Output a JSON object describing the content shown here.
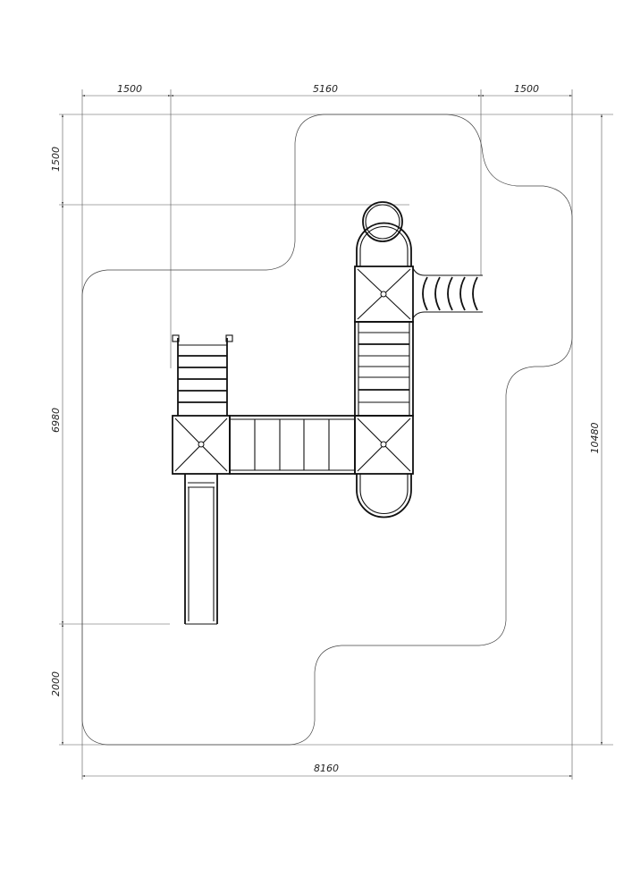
{
  "drawing": {
    "dimensions_top": [
      "1500",
      "5160",
      "1500"
    ],
    "dimensions_left": [
      "1500",
      "6980",
      "2000"
    ],
    "dimension_right": "10480",
    "dimension_bottom": "8160"
  }
}
